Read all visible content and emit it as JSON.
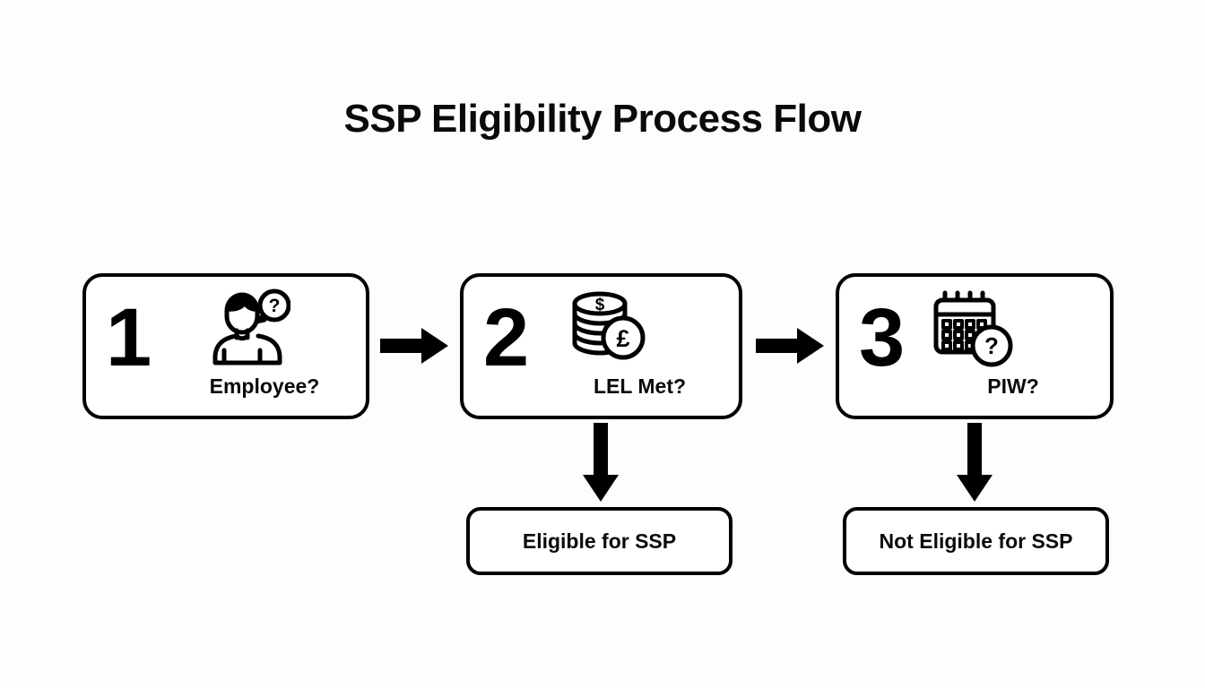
{
  "diagram": {
    "title": "SSP Eligibility Process Flow",
    "background_color": "#fbfdfe",
    "line_color": "#000000",
    "steps": [
      {
        "number": "1",
        "label": "Employee?",
        "icon": "person-question-icon"
      },
      {
        "number": "2",
        "label": "LEL Met?",
        "icon": "coin-stack-icon"
      },
      {
        "number": "3",
        "label": "PIW?",
        "icon": "calendar-question-icon"
      }
    ],
    "outcomes": [
      {
        "label": "Eligible for SSP"
      },
      {
        "label": "Not Eligible for SSP"
      }
    ],
    "connectors": [
      {
        "name": "step-1-to-step-2",
        "direction": "right"
      },
      {
        "name": "step-2-to-step-3",
        "direction": "right"
      },
      {
        "name": "step-2-to-eligible",
        "direction": "down"
      },
      {
        "name": "step-3-to-not-eligible",
        "direction": "down"
      }
    ],
    "icon_symbols": {
      "coin_top": "$",
      "coin_side": "£",
      "question": "?"
    }
  }
}
